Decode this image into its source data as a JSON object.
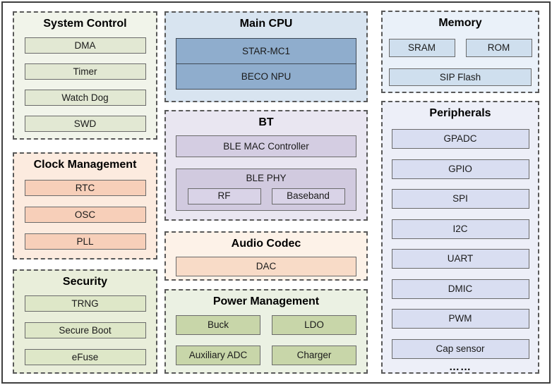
{
  "colors": {
    "frame_border": "#3f3f3f",
    "dashed_border": "#595959",
    "green_panel_bg": "#f1f4ea",
    "green_item": "#e2e8d3",
    "peach_panel_bg": "#fcebdf",
    "peach_item": "#f7cfb9",
    "security_panel_bg": "#e9eeda",
    "security_item": "#dee7c8",
    "cpu_panel_bg": "#d8e4f0",
    "cpu_item": "#8fadcd",
    "bt_panel_bg": "#e9e6f1",
    "bt_item": "#d4cde2",
    "audio_panel_bg": "#fdf2e8",
    "audio_item": "#f8dbc7",
    "power_panel_bg": "#ebf1e3",
    "power_item": "#c8d6a9",
    "memory_panel_bg": "#eaf1f9",
    "memory_item": "#cfdfee",
    "peripherals_panel_bg": "#edeff8",
    "peripherals_item": "#d9def1"
  },
  "system_control": {
    "title": "System Control",
    "items": [
      "DMA",
      "Timer",
      "Watch Dog",
      "SWD"
    ]
  },
  "clock_management": {
    "title": "Clock Management",
    "items": [
      "RTC",
      "OSC",
      "PLL"
    ]
  },
  "security": {
    "title": "Security",
    "items": [
      "TRNG",
      "Secure Boot",
      "eFuse"
    ]
  },
  "main_cpu": {
    "title": "Main CPU",
    "items": [
      "STAR-MC1",
      "BECO NPU"
    ]
  },
  "bt": {
    "title": "BT",
    "mac": "BLE MAC Controller",
    "phy": {
      "title": "BLE PHY",
      "items": [
        "RF",
        "Baseband"
      ]
    }
  },
  "audio_codec": {
    "title": "Audio Codec",
    "items": [
      "DAC"
    ]
  },
  "power_management": {
    "title": "Power Management",
    "items": [
      "Buck",
      "LDO",
      "Auxiliary ADC",
      "Charger"
    ]
  },
  "memory": {
    "title": "Memory",
    "items": [
      "SRAM",
      "ROM",
      "SIP Flash"
    ]
  },
  "peripherals": {
    "title": "Peripherals",
    "items": [
      "GPADC",
      "GPIO",
      "SPI",
      "I2C",
      "UART",
      "DMIC",
      "PWM",
      "Cap sensor"
    ],
    "more": "……"
  }
}
